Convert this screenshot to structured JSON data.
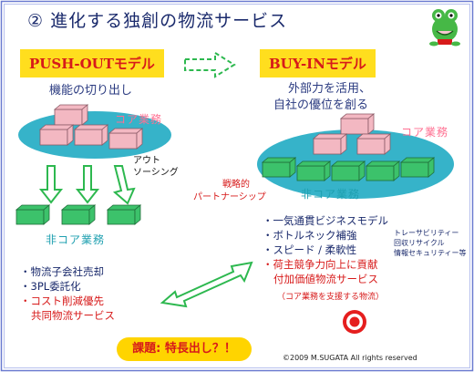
{
  "title": "② 進化する独創の物流サービス",
  "left_panel": {
    "label": "PUSH-OUTモデル",
    "subtitle": "機能の切り出し",
    "core_label": "コア業務",
    "outsourcing_label": "アウト\nソーシング",
    "noncore_label": "非コア業務",
    "items": [
      {
        "bullet": "・",
        "text": "物流子会社売却",
        "color": "#1a2a6c"
      },
      {
        "bullet": "・",
        "text": "3PL委託化",
        "color": "#1a2a6c"
      },
      {
        "bullet": "・",
        "text": "コスト削減優先",
        "color": "#d71a1a"
      },
      {
        "bullet": "",
        "text": "共同物流サービス",
        "color": "#d71a1a"
      }
    ]
  },
  "right_panel": {
    "label": "BUY-INモデル",
    "subtitle_line1": "外部力を活用、",
    "subtitle_line2": "自社の優位を創る",
    "core_label": "コア業務",
    "strategic_line1": "戦略的",
    "strategic_line2": "パートナーシップ",
    "noncore_label": "非コア業務",
    "items": [
      {
        "bullet": "・",
        "text": "一気通貫ビジネスモデル",
        "color": "#1a2a6c"
      },
      {
        "bullet": "・",
        "text": "ボトルネック補強",
        "color": "#1a2a6c"
      },
      {
        "bullet": "・",
        "text": "スピード / 柔軟性",
        "color": "#1a2a6c"
      },
      {
        "bullet": "・",
        "text": "荷主競争力向上に貢献",
        "color": "#d71a1a"
      },
      {
        "bullet": "",
        "text": "付加価値物流サービス",
        "color": "#d71a1a"
      }
    ],
    "core_support_note": "（コア業務を支援する物流）",
    "side_notes": [
      "トレーサビリティー",
      "回収リサイクル",
      "情報セキュリティー等"
    ]
  },
  "goal": "課題: 特長出し？！",
  "copyright": "©2009 M.SUGATA All rights reserved",
  "colors": {
    "title": "#1a2a6c",
    "highlight": "#ffde1e",
    "red": "#d71a1a",
    "box": "#f3b8c2",
    "green": "#3cc26b",
    "ellipse": "#36b3c9",
    "arrow": "#2db84f"
  },
  "icons": [
    "frog-mascot-icon",
    "bullseye-icon",
    "double-arrow-icon",
    "dashed-arrow-icon"
  ]
}
